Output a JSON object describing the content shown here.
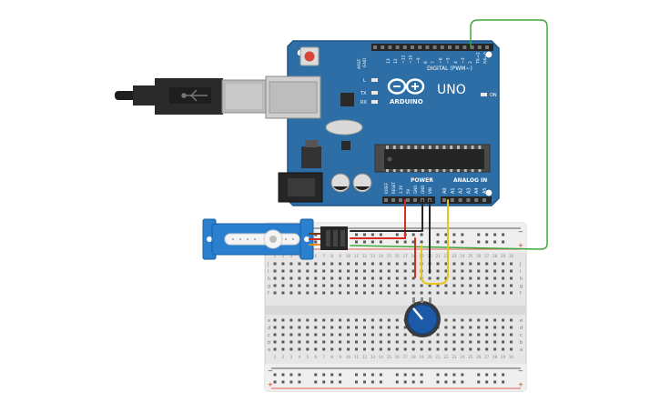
{
  "arduino": {
    "brand": "ARDUINO",
    "model": "UNO",
    "digital_header": "DIGITAL (PWM~)",
    "power_header": "POWER",
    "analog_header": "ANALOG IN",
    "aref_label": "AREF",
    "gnd_label": "GND",
    "l_label": "L",
    "tx_label": "TX",
    "rx_label": "RX",
    "on_label": "ON",
    "digital_pins": [
      "13",
      "12",
      "~11",
      "~10",
      "~9",
      "8",
      "7",
      "~6",
      "~5",
      "4",
      "~3",
      "2",
      "TX→1",
      "RX←0"
    ],
    "power_pins": [
      "IOREF",
      "RESET",
      "3.3V",
      "5V",
      "GND",
      "GND",
      "VIN"
    ],
    "analog_pins": [
      "A0",
      "A1",
      "A2",
      "A3",
      "A4",
      "A5"
    ]
  },
  "breadboard": {
    "row_letters_top": [
      "j",
      "i",
      "h",
      "g",
      "f"
    ],
    "row_letters_bottom": [
      "e",
      "d",
      "c",
      "b",
      "a"
    ],
    "rail_minus": "−",
    "rail_plus": "+",
    "column_numbers": [
      "1",
      "2",
      "3",
      "4",
      "5",
      "6",
      "7",
      "8",
      "9",
      "10",
      "11",
      "12",
      "13",
      "14",
      "15",
      "16",
      "17",
      "18",
      "19",
      "20",
      "21",
      "22",
      "23",
      "24",
      "25",
      "26",
      "27",
      "28",
      "29",
      "30"
    ]
  },
  "colors": {
    "board": "#2c6ea5",
    "board_edge": "#1f5584",
    "board_text": "#ffffff",
    "breadboard": "#e9e9e9",
    "wire_red": "#d62b1f",
    "wire_black": "#262626",
    "wire_yellow": "#e8c41a",
    "wire_green": "#3daa3a",
    "servo": "#2a7fcf",
    "pot_knob": "#1e5aa8"
  },
  "icons": {
    "usb": "usb-cable-icon",
    "logo": "arduino-infinity-logo-icon",
    "servo": "servo-motor-icon",
    "pot": "potentiometer-icon"
  }
}
